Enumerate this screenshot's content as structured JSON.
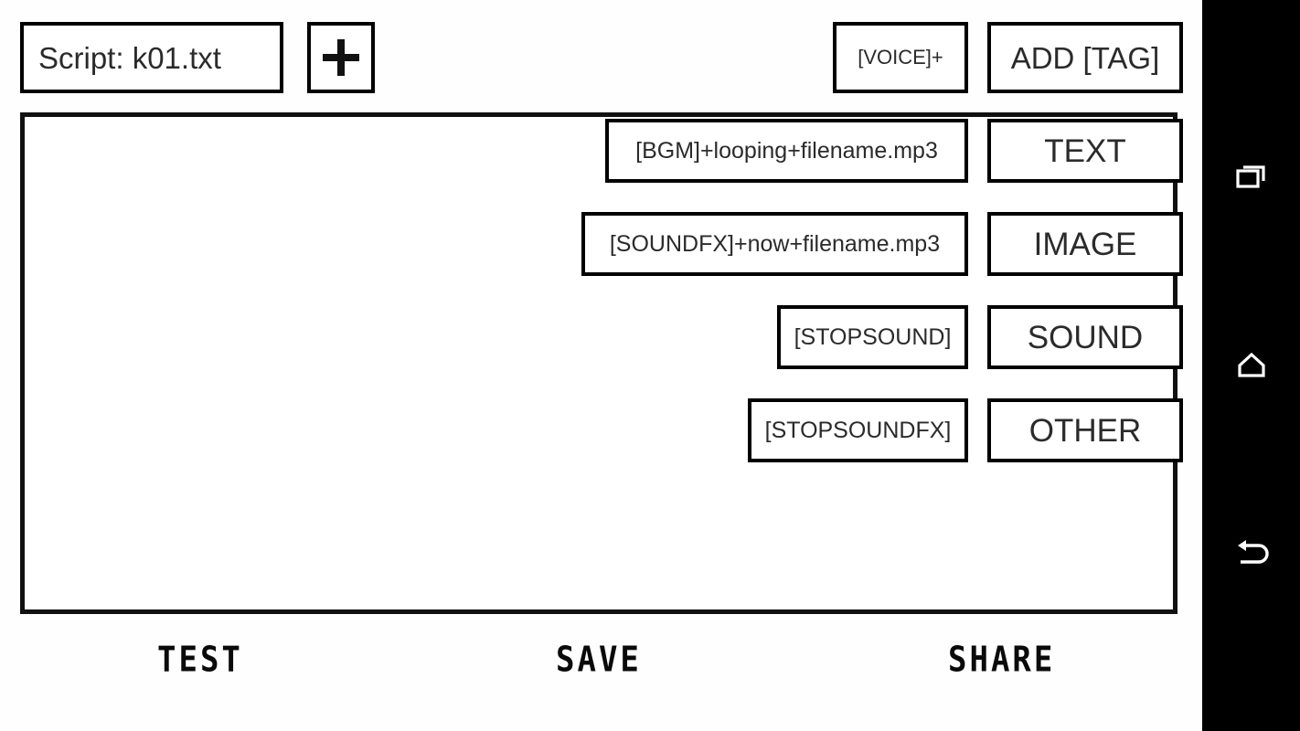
{
  "topbar": {
    "script_label": "Script: k01.txt",
    "add_script_icon": "plus-icon",
    "voice_tag_label": "[VOICE]+",
    "add_tag_label": "ADD [TAG]"
  },
  "script_panel": {
    "content": ""
  },
  "tag_buttons": [
    {
      "label": "[BGM]+looping+filename.mp3"
    },
    {
      "label": "[SOUNDFX]+now+filename.mp3"
    },
    {
      "label": "[STOPSOUND]"
    },
    {
      "label": "[STOPSOUNDFX]"
    }
  ],
  "category_buttons": [
    {
      "label": "TEXT"
    },
    {
      "label": "IMAGE"
    },
    {
      "label": "SOUND"
    },
    {
      "label": "OTHER"
    }
  ],
  "action_bar": {
    "test_label": "TEST",
    "save_label": "SAVE",
    "share_label": "SHARE"
  },
  "navbar": {
    "recents_icon": "recents-icon",
    "home_icon": "home-icon",
    "back_icon": "back-icon"
  },
  "colors": {
    "background": "#fefefe",
    "border": "#111111",
    "text": "#2b2b2b",
    "navbar_background": "#000000",
    "navbar_icon": "#ffffff"
  }
}
